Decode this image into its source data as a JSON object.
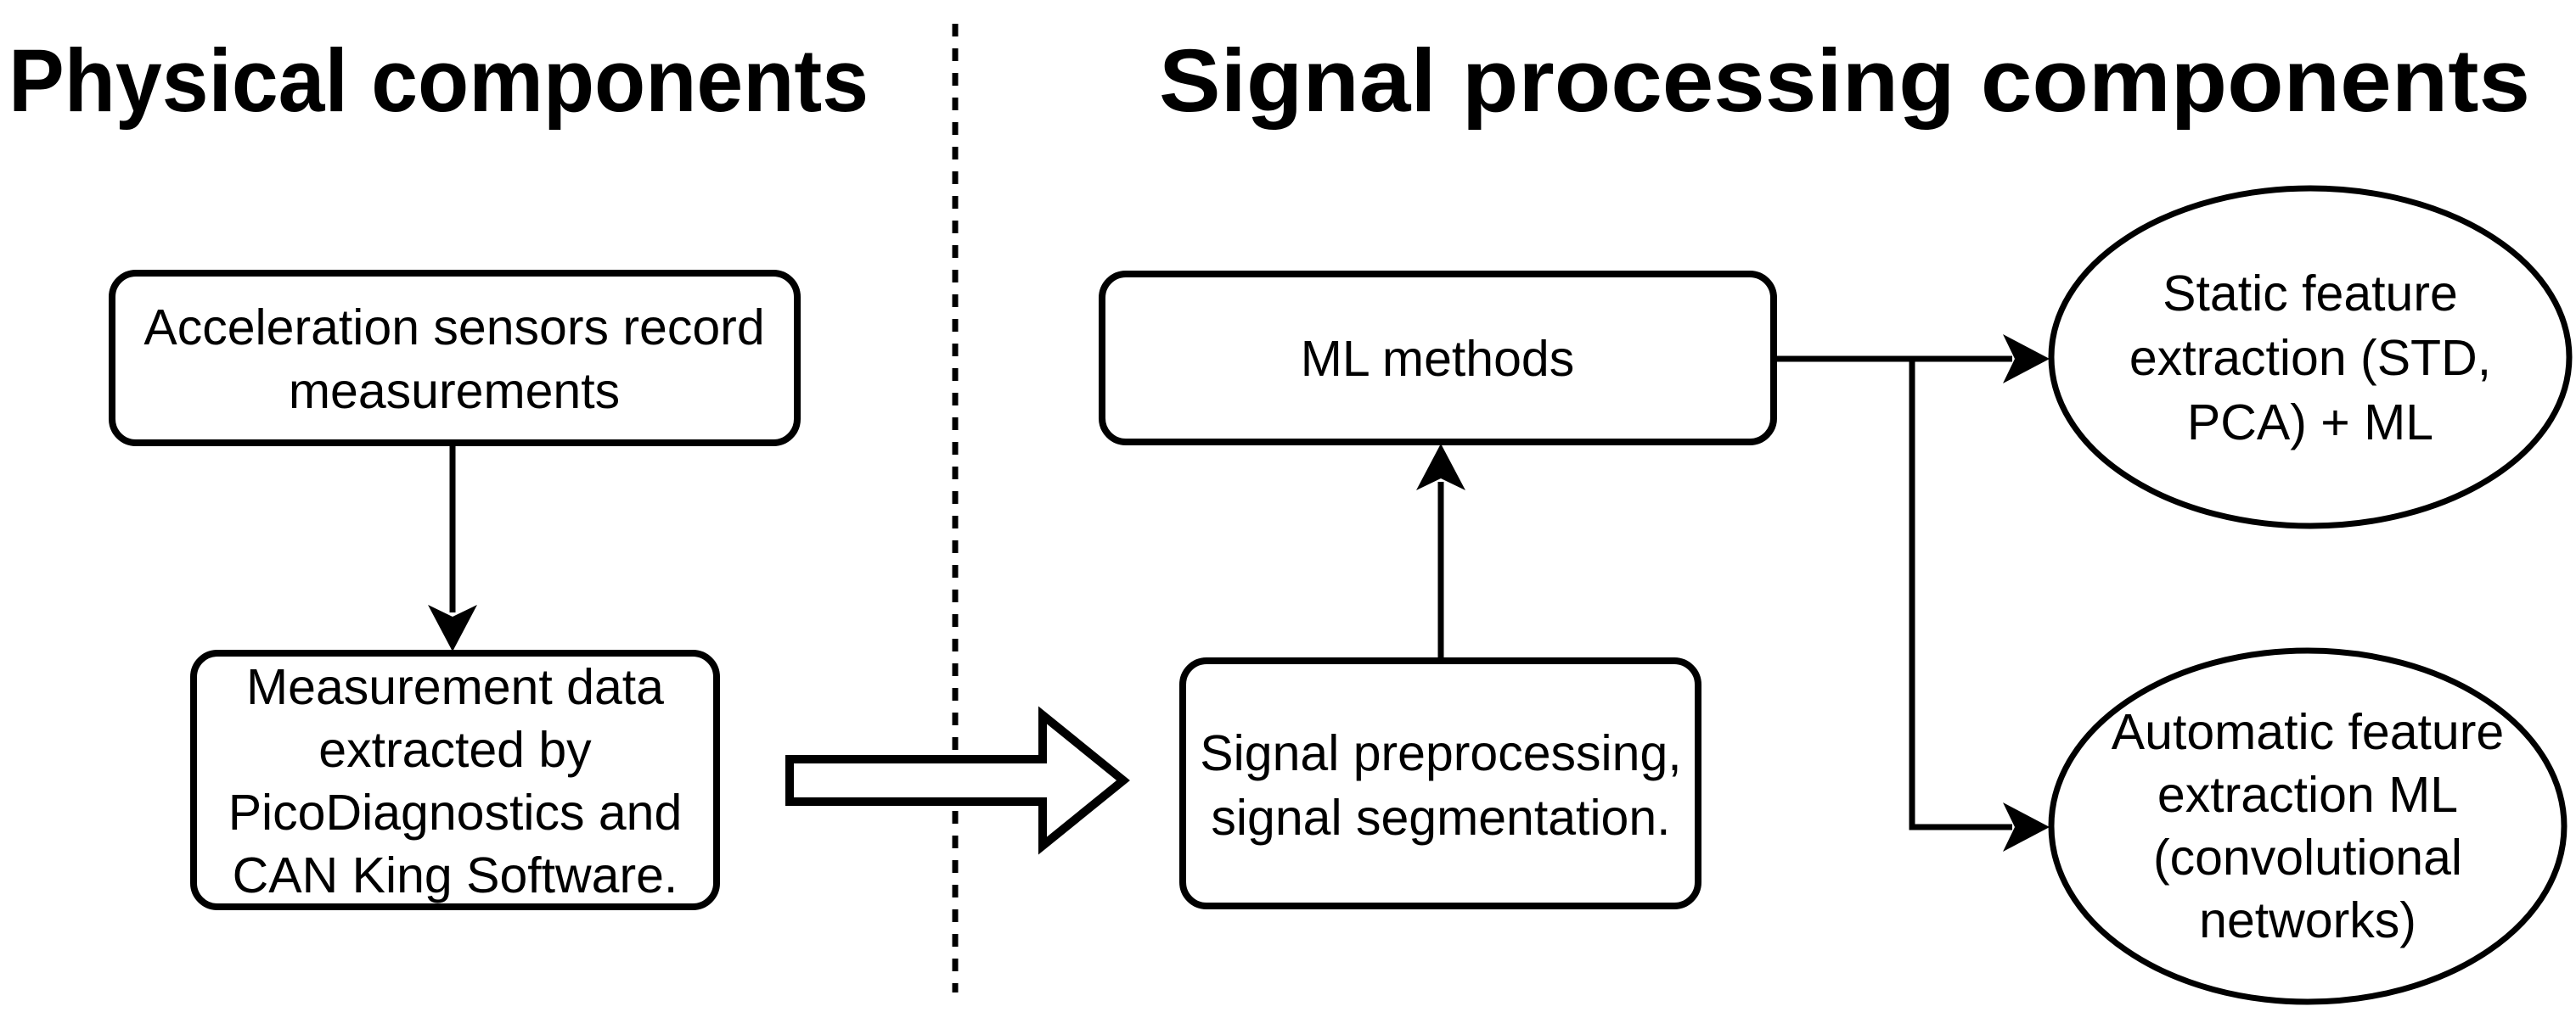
{
  "titles": {
    "left": "Physical components",
    "right": "Signal processing components"
  },
  "boxes": {
    "acceleration": {
      "lines": [
        "Acceleration sensors record",
        "measurements"
      ]
    },
    "measurement": {
      "lines": [
        "Measurement data",
        "extracted by",
        "PicoDiagnostics and",
        "CAN King Software."
      ]
    },
    "preprocessing": {
      "lines": [
        "Signal preprocessing,",
        "signal segmentation."
      ]
    },
    "ml_methods": {
      "label": "ML methods"
    }
  },
  "ellipses": {
    "static_feature": {
      "lines": [
        "Static feature",
        "extraction (STD,",
        "PCA) + ML"
      ]
    },
    "automatic_feature": {
      "lines": [
        "Automatic feature",
        "extraction ML",
        "(convolutional",
        "networks)"
      ]
    }
  },
  "colors": {
    "stroke": "#000000",
    "background": "#ffffff"
  }
}
